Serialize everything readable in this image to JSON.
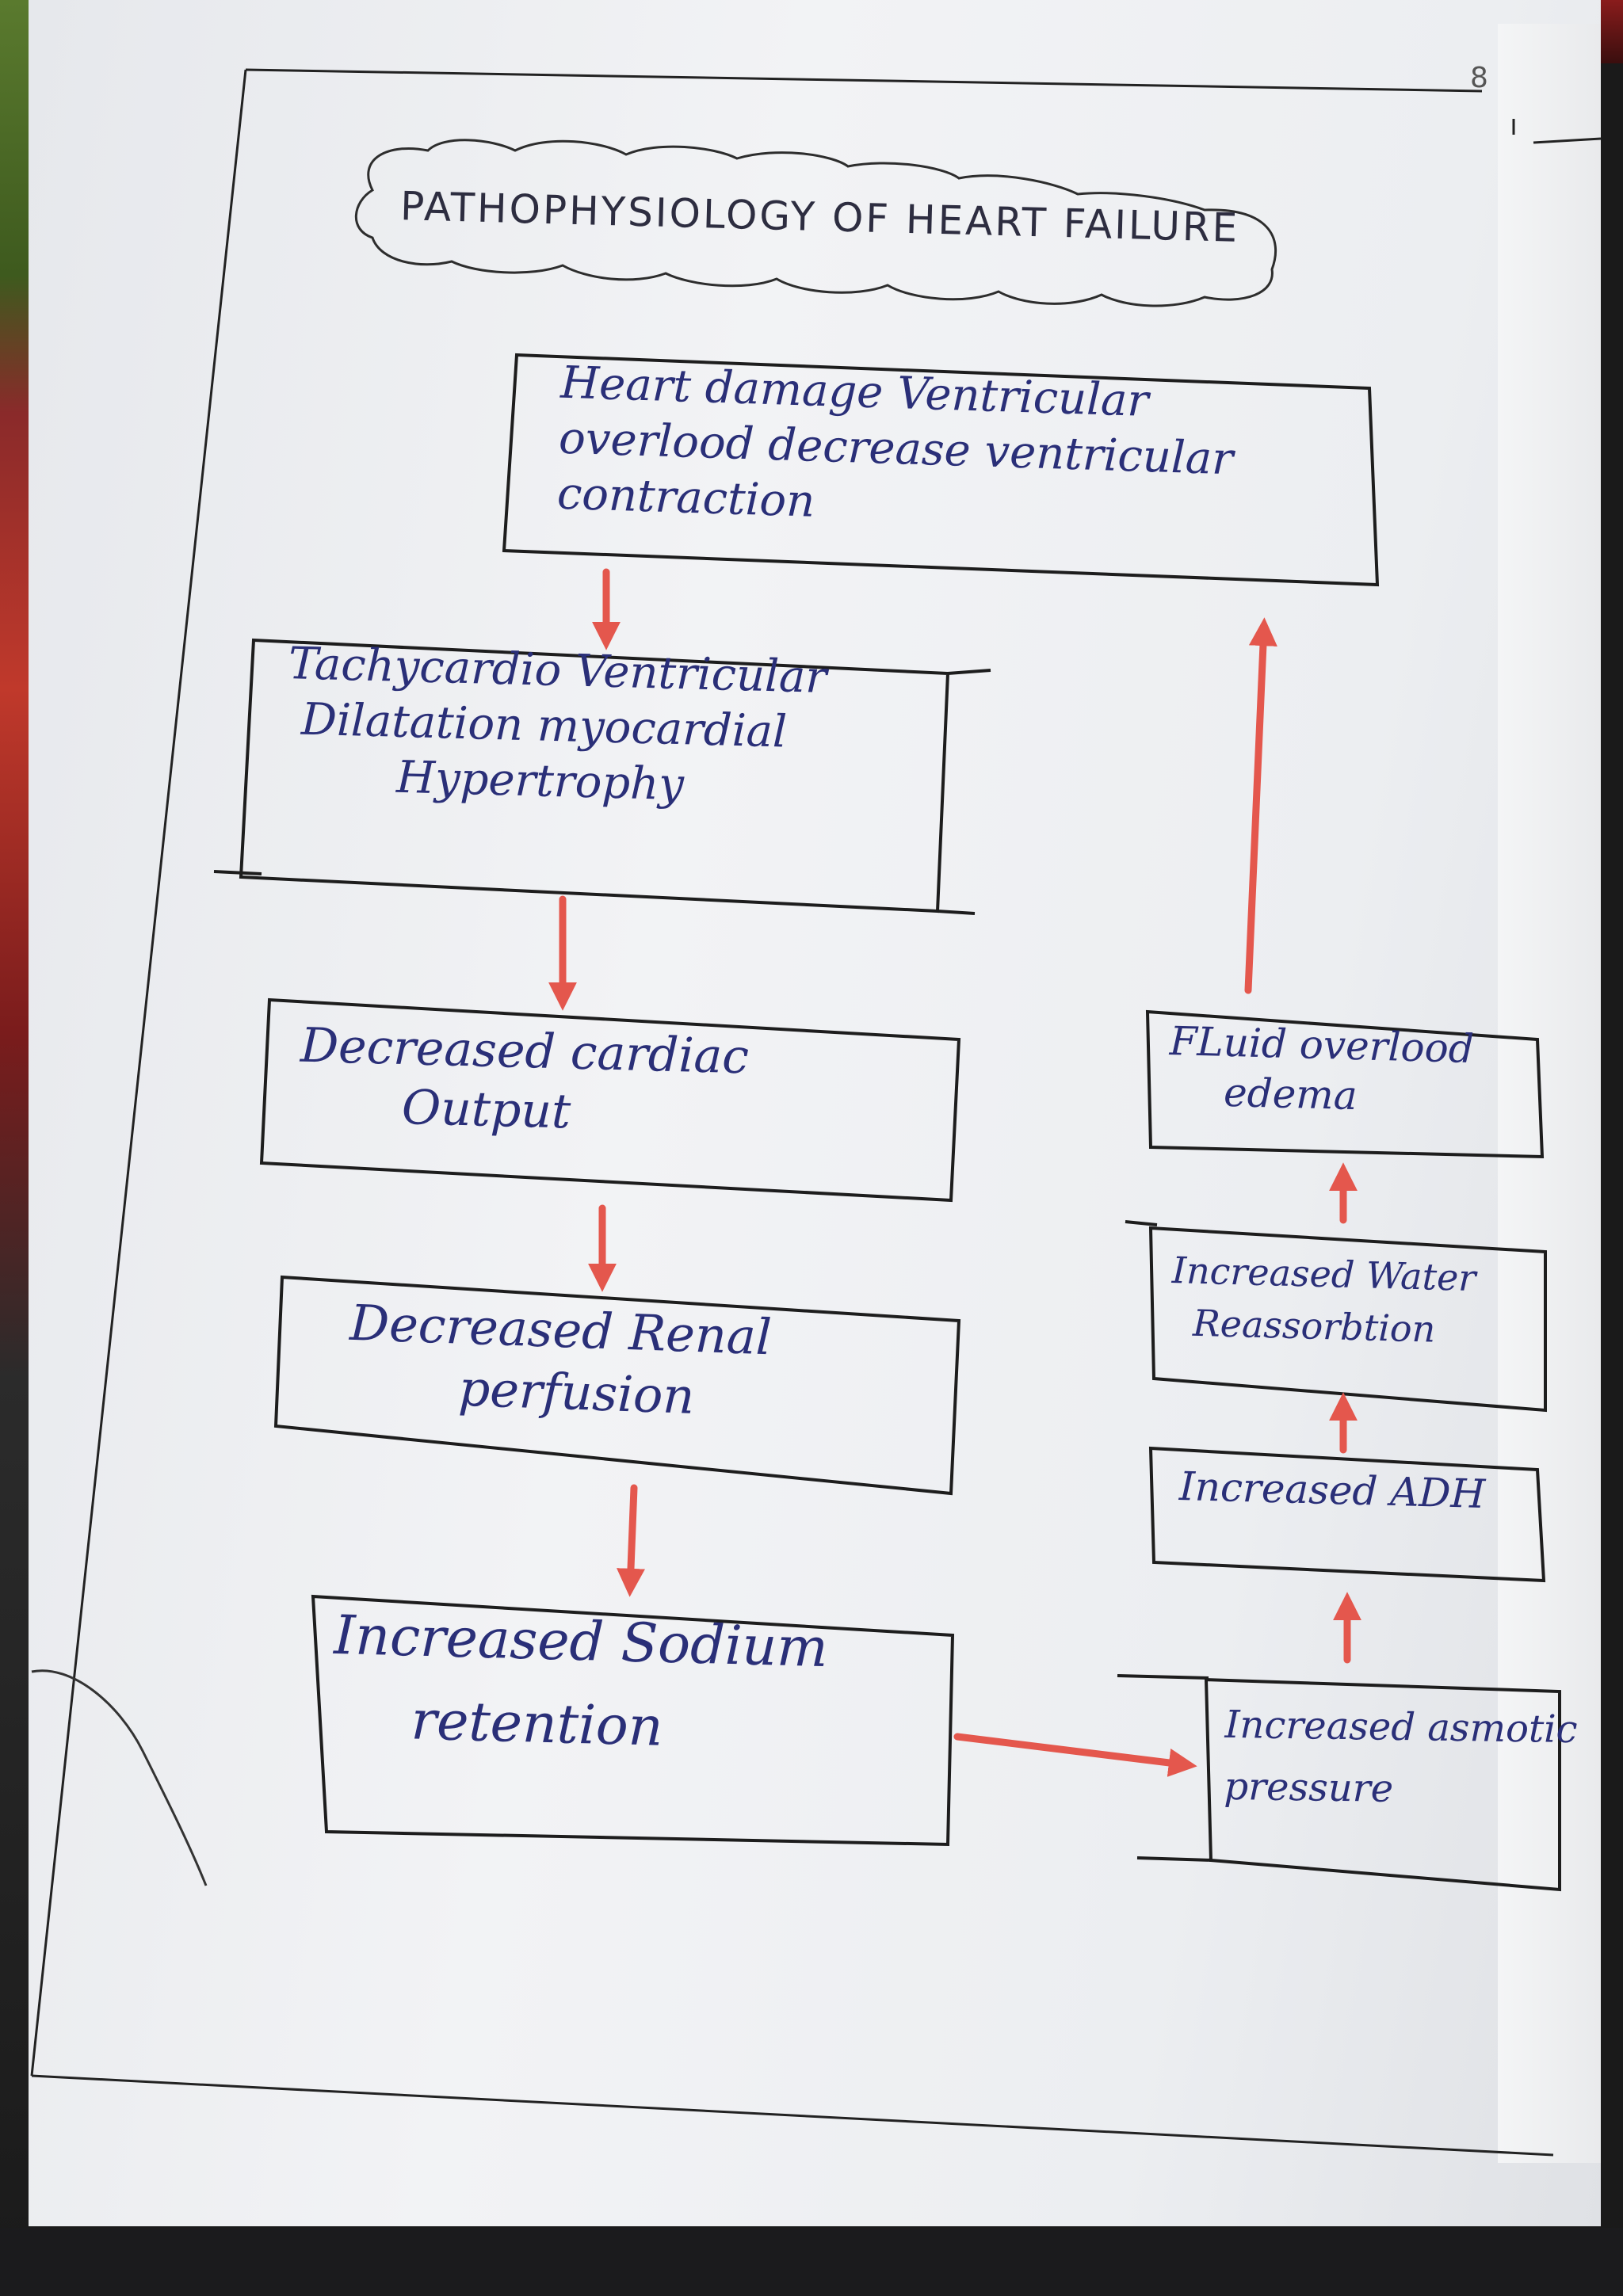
{
  "title": "PATHOPHYSIOLOGY OF HEART FAILURE",
  "page_number": "8",
  "colors": {
    "ink": "#2a2f78",
    "arrow": "#e4574d",
    "paper": "#eef0f3"
  },
  "nodes": {
    "heart_damage": [
      "Heart damage Ventricular",
      "overlood decrease ventricular",
      "contraction"
    ],
    "tachycardio": [
      "Tachycardio Ventricular",
      "Dilatation myocardial",
      "Hypertrophy"
    ],
    "decreased_output": [
      "Decreased cardiac",
      "Output"
    ],
    "renal_perfusion": [
      "Decreased Renal",
      "perfusion"
    ],
    "sodium_retention": [
      "Increased Sodium",
      "retention"
    ],
    "osmotic_pressure": [
      "Increased asmotic",
      "pressure"
    ],
    "adh": [
      "Increased ADH"
    ],
    "water_reabsorption": [
      "Increased Water",
      "Reassorbtion"
    ],
    "fluid_overload": [
      "FLuid overlood",
      "edema"
    ]
  }
}
